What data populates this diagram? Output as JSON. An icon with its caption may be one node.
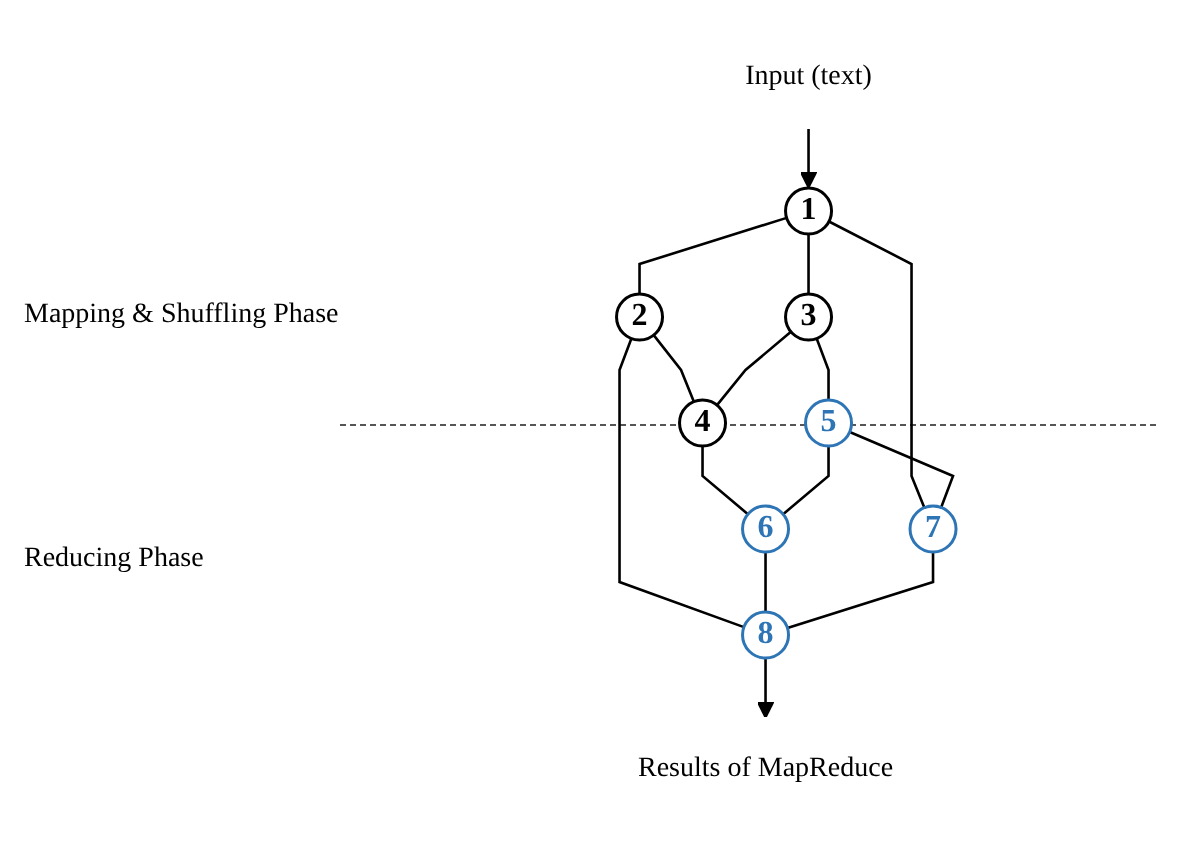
{
  "diagram": {
    "nodes": [
      {
        "text": [
          "Input (text)"
        ]
      },
      {
        "text": [
          "1"
        ]
      },
      {
        "text": [
          "2"
        ]
      },
      {
        "text": [
          "3"
        ]
      },
      {
        "text": [
          "4"
        ]
      },
      {
        "text": [
          "5"
        ]
      },
      {
        "text": [
          "6"
        ]
      },
      {
        "text": [
          "7"
        ]
      },
      {
        "text": [
          "8"
        ]
      },
      {
        "text": [
          "Results of MapReduce"
        ]
      }
    ],
    "edges": [
      {
        "from": 0,
        "to": 1,
        "arrow": "to"
      },
      {
        "from": 1,
        "to": 2,
        "arrow": "none"
      },
      {
        "from": 1,
        "to": 3,
        "arrow": "none"
      },
      {
        "from": 2,
        "to": 4,
        "arrow": "none"
      },
      {
        "from": 3,
        "to": 4,
        "arrow": "none"
      },
      {
        "from": 1,
        "to": 7,
        "arrow": "none"
      },
      {
        "from": 2,
        "to": 8,
        "arrow": "none"
      },
      {
        "from": 3,
        "to": 5,
        "arrow": "none"
      },
      {
        "from": 4,
        "to": 6,
        "arrow": "none"
      },
      {
        "from": 5,
        "to": 6,
        "arrow": "none"
      },
      {
        "from": 5,
        "to": 7,
        "arrow": "none"
      },
      {
        "from": 6,
        "to": 8,
        "arrow": "none"
      },
      {
        "from": 7,
        "to": 8,
        "arrow": "none"
      },
      {
        "from": 8,
        "to": 9,
        "arrow": "to"
      }
    ],
    "labels": [
      "Mapping & Shuffling Phase",
      "Reducing Phase"
    ]
  }
}
